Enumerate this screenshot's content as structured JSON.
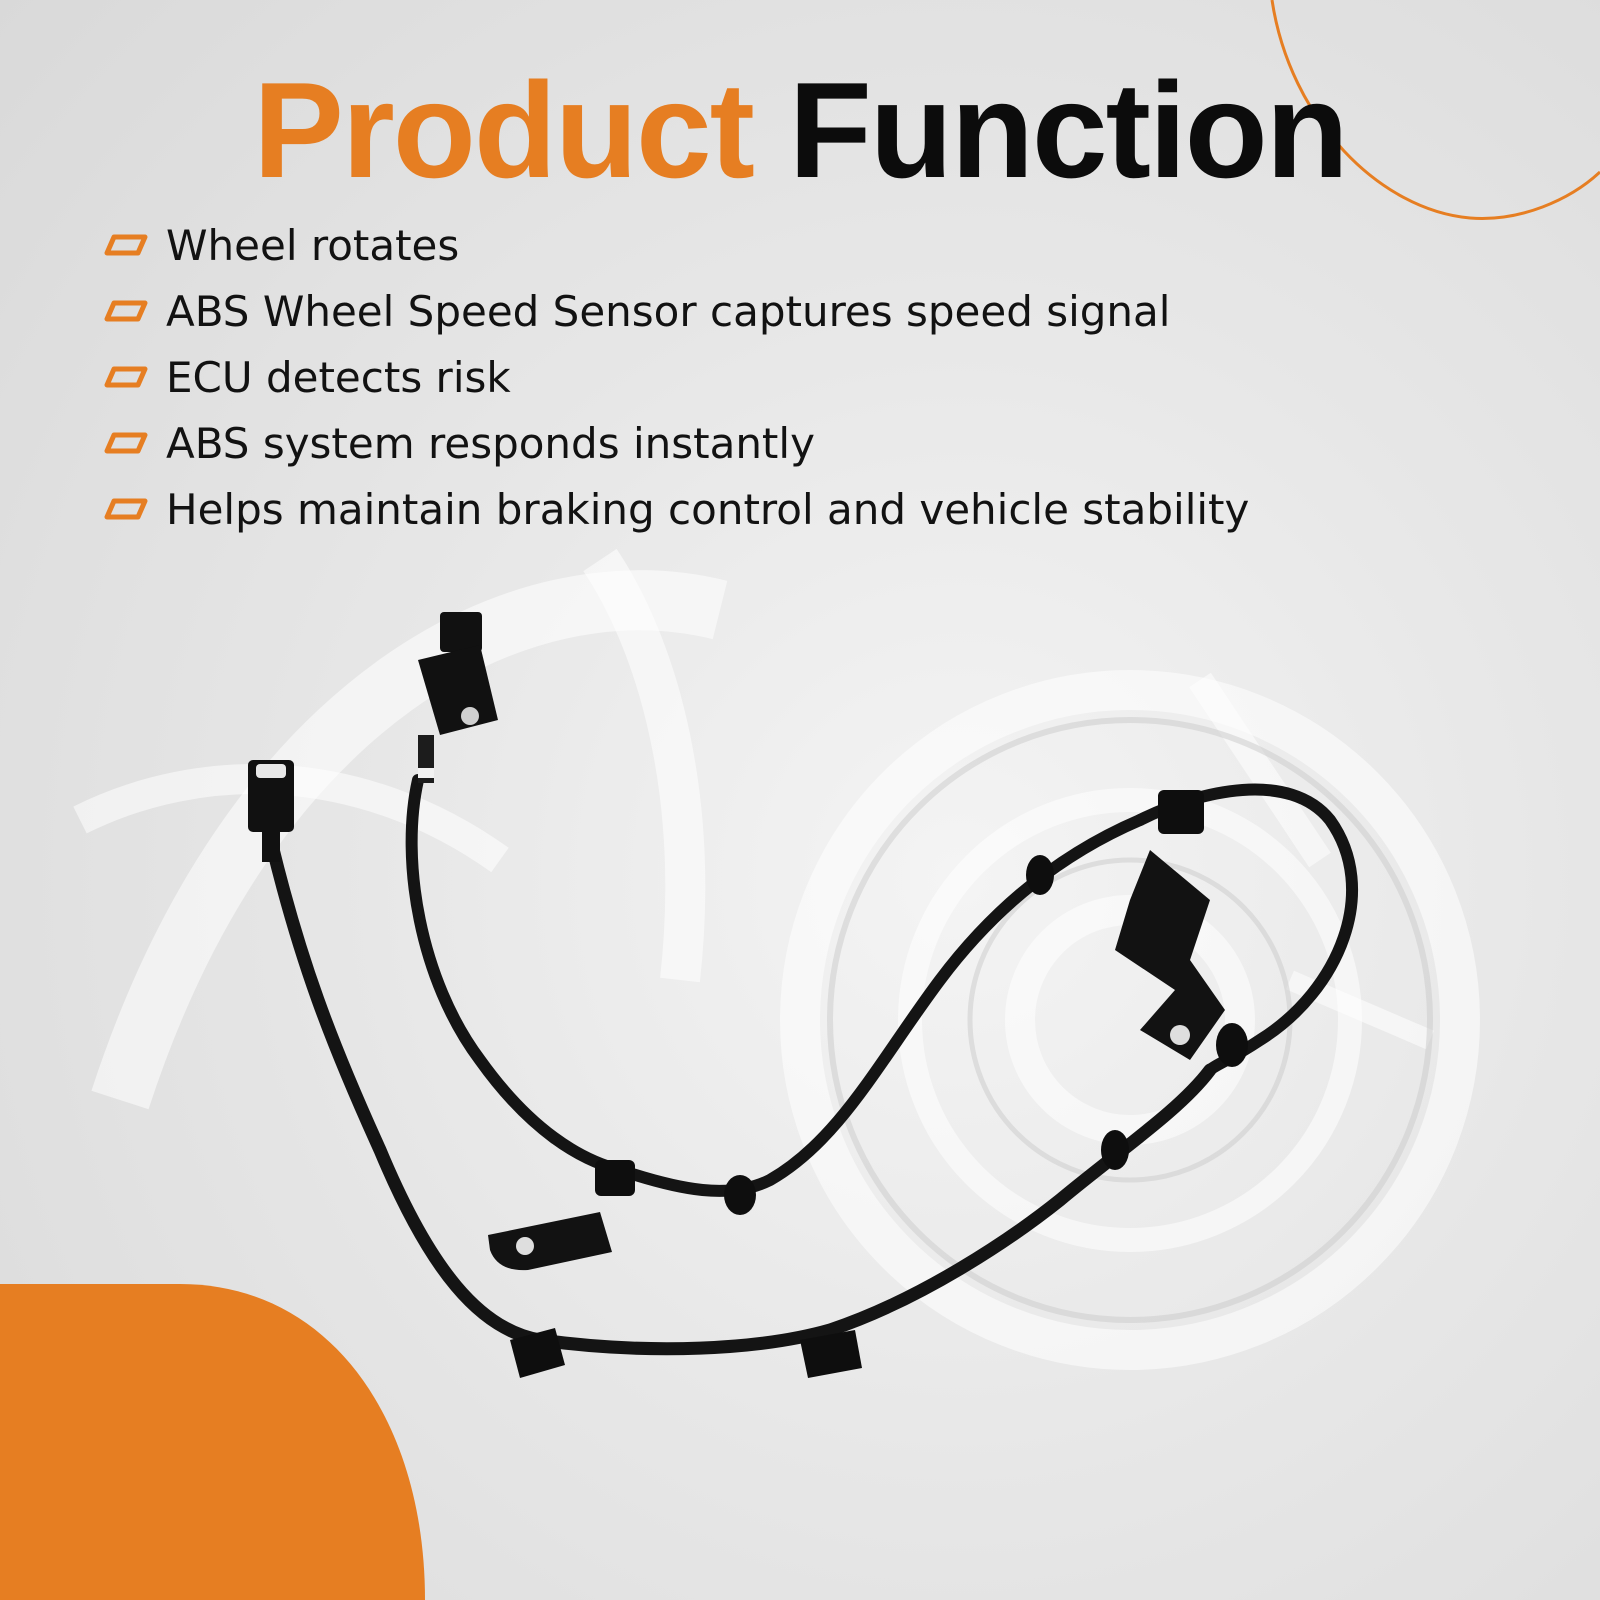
{
  "title": {
    "part1": "Product",
    "part2": "Function"
  },
  "features": [
    "Wheel rotates",
    "ABS Wheel Speed Sensor captures speed signal",
    "ECU detects risk",
    "ABS system responds instantly",
    "Helps maintain braking control and vehicle stability"
  ],
  "icons": {
    "bullet": "orange-parallelogram-icon",
    "product": "abs-wheel-speed-sensor-cable"
  },
  "colors": {
    "accent": "#E67E22",
    "text": "#0c0c0c",
    "background": "#e6e6e6"
  }
}
